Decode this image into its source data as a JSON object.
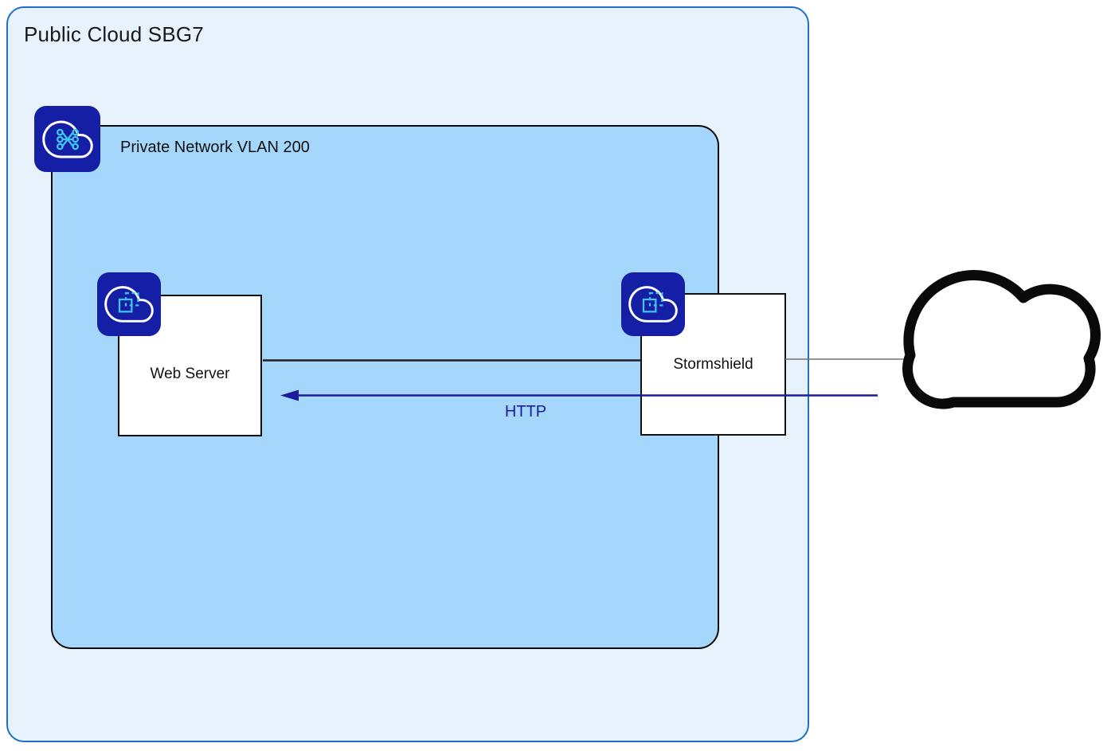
{
  "diagram": {
    "title": "Public Cloud SBG7",
    "network": {
      "label": "Private Network VLAN 200"
    },
    "nodes": {
      "web_server": {
        "label": "Web Server"
      },
      "stormshield": {
        "label": "Stormshield"
      }
    },
    "flow": {
      "label": "HTTP",
      "direction": "internet-to-web-server"
    },
    "icons": {
      "network": "private-network-vrack-icon",
      "web_server": "cloud-instance-icon",
      "stormshield": "cloud-instance-icon",
      "internet": "internet-cloud-icon"
    },
    "colors": {
      "outer_fill": "#E7F2FD",
      "outer_border": "#1D6FC8",
      "inner_fill": "#A5D7FC",
      "inner_border": "#0A0A0A",
      "badge_navy": "#141FA5",
      "badge_glyph_blue": "#40C4F0",
      "arrow_navy": "#1B1B9E",
      "link_black": "#1F1F1F",
      "link_gray": "#737373"
    }
  }
}
